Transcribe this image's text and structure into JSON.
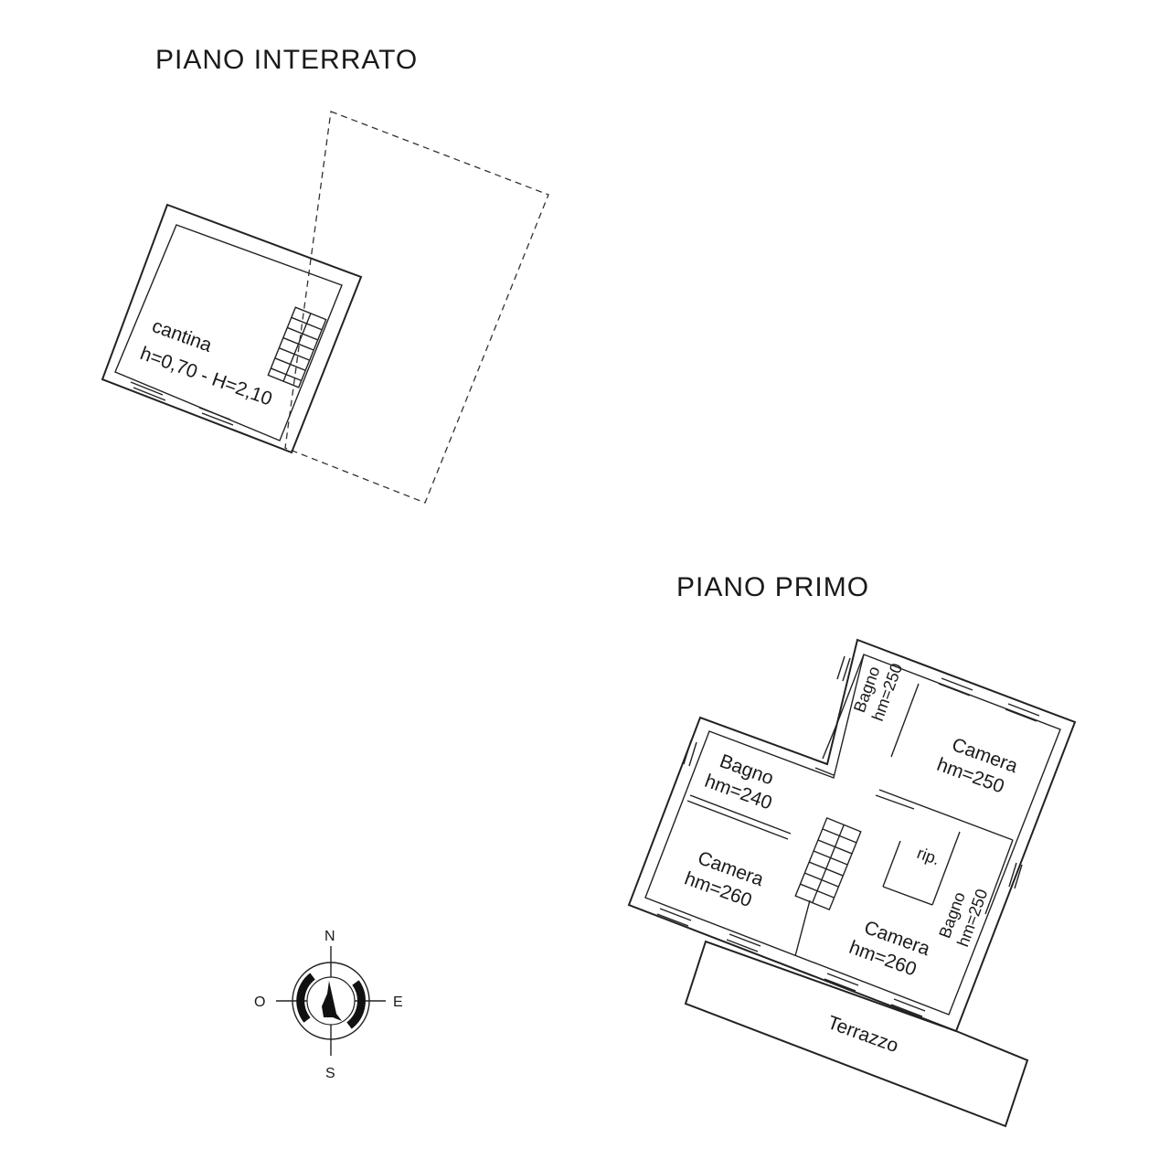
{
  "floors": {
    "basement": {
      "title": "PIANO  INTERRATO",
      "cellar_name": "cantina",
      "cellar_heights": "h=0,70 - H=2,10"
    },
    "first": {
      "title": "PIANO  PRIMO",
      "rooms": {
        "bagno_top_name": "Bagno",
        "bagno_top_h": "hm=250",
        "camera_ne_name": "Camera",
        "camera_ne_h": "hm=250",
        "bagno_left_name": "Bagno",
        "bagno_left_h": "hm=240",
        "camera_w_name": "Camera",
        "camera_w_h": "hm=260",
        "rip_name": "rip.",
        "bagno_right_name": "Bagno",
        "bagno_right_h": "hm=250",
        "camera_s_name": "Camera",
        "camera_s_h": "hm=260",
        "terrazzo_name": "Terrazzo"
      }
    }
  },
  "compass": {
    "north": "N",
    "south": "S",
    "east": "E",
    "west": "O"
  }
}
